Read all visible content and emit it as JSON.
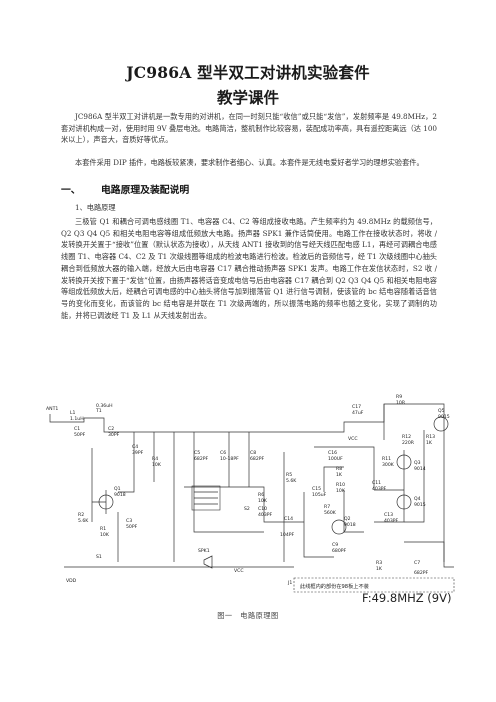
{
  "document": {
    "title_line1": "JC986A 型半双工对讲机实验套件",
    "title_line2": "教学课件",
    "intro_p1": "JC986A 型半双工对讲机是一款专用的对讲机，在同一时刻只能“收信”或只能“发信”，发射频率是 49.8MHz，2 套对讲机构成一对，使用时用 9V 叠层电池。电路简洁，整机制作比较容易，装配成功率高，具有遥控距离远（达 100 米以上），声音大，音质好等优点。",
    "intro_p2": "本套件采用 DIP 插件，电路板较紧凑，要求制作者细心、认真。本套件是无线电爱好者学习的理想实验套件。",
    "section1_num": "一、",
    "section1_title": "电路原理及装配说明",
    "sub1": "1、电路原理",
    "body_p1": "三极管 Q1 和耦合可调电感线圈 T1、电容器 C4、C2 等组成接收电路。产生频率约为 49.8MHz 的载频信号，Q2 Q3 Q4 Q5 和相关电阻电容等组成低频放大电路。扬声器 SPK1 兼作话筒使用。电路工作在接收状态时，将收 / 发转换开关置于“接收”位置（默认状态为接收），从天线 ANT1 接收到的信号经天线匹配电感 L1，再经可调耦合电感线圈 T1、电容器 C4、C2 及 T1 次级线圈等组成的检波电路进行检波。检波后的音频信号，经 T1 次级线圈中心抽头耦合到低频放大器的输入端，经放大后由电容器 C17 耦合推动扬声器 SPK1 发声。电路工作在发信状态时，S2 收 / 发转换开关按下置于“发信”位置，由扬声器将话音变成电信号后由电容器 C17 耦合到 Q2 Q3 Q4 Q5 和相关电阻电容等组成低频放大后，经耦合可调电感的中心抽头将信号加到振荡管 Q1 进行信号调制，使该管的 bc 结电容随着话音信号的变化而变化，而该管的 bc 结电容是并联在 T1 次级两端的，所以振荡电路的频率也随之变化，实现了调制的功能，并将已调波经 T1 及 L1 从天线发射出去。",
    "caption": "图一　电路原理图"
  },
  "schematic": {
    "freq_label": "F:49.8MHZ (9V)",
    "note": "此线框内的部份在98板上不装",
    "components": {
      "ant1": "ANT1",
      "l1": "L1",
      "l1v": "1.1uH",
      "t1": "T1",
      "t1v": "0.36uH",
      "c1": "C1",
      "c1v": "50PF",
      "c2": "C2",
      "c2v": "30PF",
      "c4": "C4",
      "c4v": "39PF",
      "c3": "C3",
      "c3v": "50PF",
      "r1": "R1",
      "r1v": "10K",
      "r2": "R2",
      "r2v": "5.6K",
      "q1": "Q1",
      "q1v": "9018",
      "r4": "R4",
      "r4v": "10K",
      "c5": "C5",
      "c5v": "682PF",
      "c6": "C6",
      "c6v": "10-18PF",
      "c8": "C8",
      "c8v": "682PF",
      "r6": "R6",
      "r6v": "10K",
      "c10": "C10",
      "c10v": "403PF",
      "c14": "C14",
      "c14v": "104PF",
      "r5": "R5",
      "r5v": "5.6K",
      "c15": "C15",
      "c15v": "105uF",
      "r8": "R8",
      "r8v": "1K",
      "r10": "R10",
      "r10v": "10K",
      "c11": "C11",
      "c11v": "403PF",
      "r7": "R7",
      "r7v": "560K",
      "q2": "Q2",
      "q2v": "9018",
      "c9": "C9",
      "c9v": "680PF",
      "c13": "C13",
      "c13v": "403PF",
      "c16": "C16",
      "c16v": "100UF",
      "c17": "C17",
      "c17v": "47uF",
      "r9": "R9",
      "r9v": "10R",
      "vcc": "VCC",
      "r11": "R11",
      "r11v": "300K",
      "q3": "Q3",
      "q3v": "9014",
      "q4": "Q4",
      "q4v": "9015",
      "r12": "R12",
      "r12v": "220R",
      "r13": "R13",
      "r13v": "1K",
      "q5": "Q5",
      "q5v": "9015",
      "s2": "S2",
      "spk1": "SPK1",
      "s1": "S1",
      "vdd": "VDD",
      "j1": "J1",
      "r3": "R3",
      "r3v": "1K",
      "c7": "C7",
      "c7v": "682PF",
      "vcc2": "VCC"
    }
  }
}
